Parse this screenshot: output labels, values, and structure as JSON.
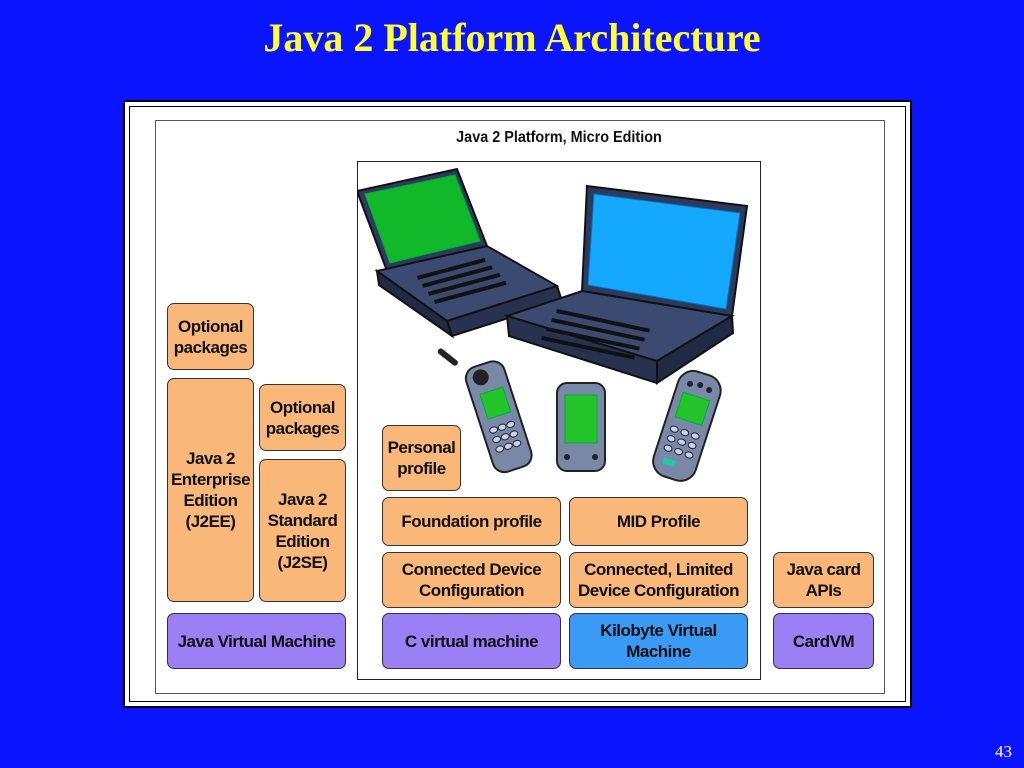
{
  "slide": {
    "title": "Java 2 Platform Architecture",
    "page_number": "43"
  },
  "diagram": {
    "micro_edition_title": "Java 2 Platform, Micro Edition",
    "j2ee": {
      "optional_packages": "Optional\npackages",
      "edition": "Java 2\nEnterprise\nEdition\n(J2EE)"
    },
    "j2se": {
      "optional_packages": "Optional\npackages",
      "edition": "Java 2\nStandard\nEdition\n(J2SE)"
    },
    "jvm": "Java Virtual Machine",
    "cdc": {
      "personal_profile": "Personal\nprofile",
      "foundation_profile": "Foundation profile",
      "configuration": "Connected Device\nConfiguration",
      "vm": "C virtual machine"
    },
    "cldc": {
      "mid_profile": "MID Profile",
      "configuration": "Connected, Limited\nDevice Configuration",
      "vm": "Kilobyte Virtual\nMachine"
    },
    "javacard": {
      "apis": "Java card\nAPIs",
      "vm": "CardVM"
    },
    "colors": {
      "background": "#0a14ff",
      "title": "#ffff33",
      "orange_block": "#f9b87a",
      "purple_block": "#9b7ff5",
      "blue_block": "#3c9af7"
    }
  }
}
